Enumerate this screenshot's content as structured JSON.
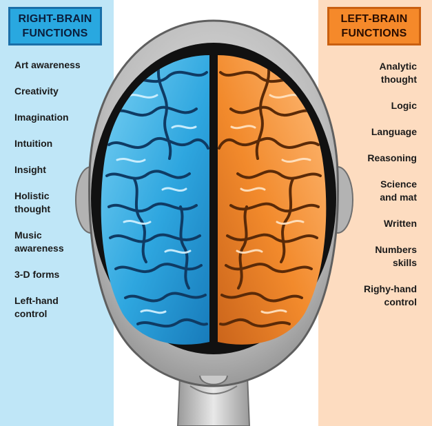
{
  "right_panel": {
    "title_line1": "RIGHT-BRAIN",
    "title_line2": "FUNCTIONS",
    "color": "#29a8e0",
    "items": [
      "Art awareness",
      "Creativity",
      "Imagination",
      "Intuition",
      "Insight",
      "Holistic\nthought",
      "Music\nawareness",
      "3-D forms",
      "Left-hand\ncontrol"
    ]
  },
  "left_panel": {
    "title_line1": "LEFT-BRAIN",
    "title_line2": "FUNCTIONS",
    "color": "#f5892a",
    "items": [
      "Analytic\nthought",
      "Logic",
      "Language",
      "Reasoning",
      "Science\nand mat",
      "Written",
      "Numbers\nskills",
      "Righy-hand\ncontrol"
    ]
  },
  "colors": {
    "right_hemisphere": "#2ea6df",
    "left_hemisphere": "#f28a2c",
    "head": "#b9b9b9",
    "skull_interior": "#111111"
  }
}
